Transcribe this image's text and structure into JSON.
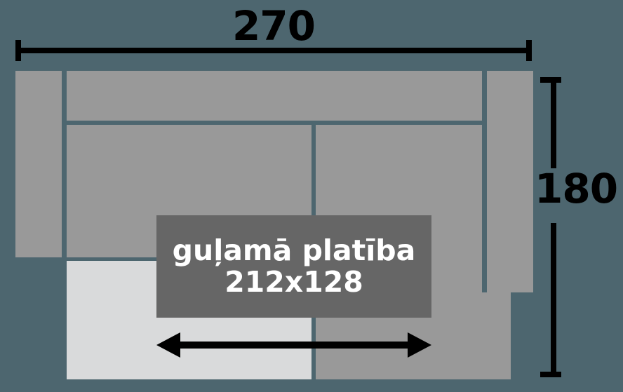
{
  "diagram": {
    "kind": "sofa-dimension-diagram",
    "background_color": "#4d666f",
    "furniture_color": "#999999",
    "cushion_color": "#d9dadb",
    "label_box_color": "#666666",
    "line_color": "#000000",
    "label_text_color": "#ffffff"
  },
  "dimensions": {
    "width_label": "270",
    "height_label": "180"
  },
  "sleeping_area": {
    "title": "guļamā platība",
    "size": "212x128"
  },
  "parts": {
    "arm_left": "left-armrest",
    "arm_right": "right-armrest",
    "backrest": "backrest",
    "seat_left": "left-seat-cushion",
    "seat_right": "right-seat-cushion",
    "chaise": "chaise-extension",
    "cushion": "ottoman-cushion"
  }
}
